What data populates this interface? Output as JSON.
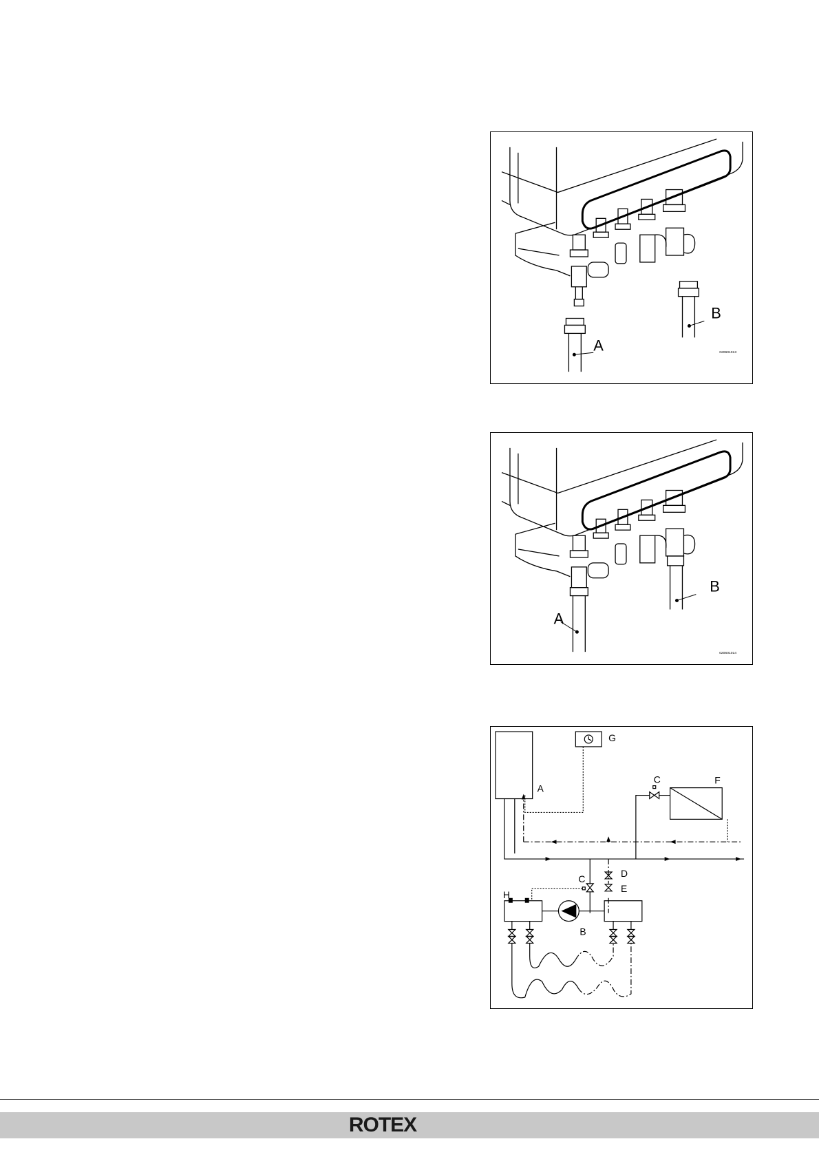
{
  "figure1": {
    "labels": {
      "a": "A",
      "b": "B"
    },
    "code": "020601013"
  },
  "figure2": {
    "labels": {
      "a": "A",
      "b": "B"
    },
    "code": "020601014"
  },
  "figure3": {
    "labels": {
      "a": "A",
      "b": "B",
      "c1": "C",
      "c2": "C",
      "d": "D",
      "e": "E",
      "f": "F",
      "g": "G",
      "h": "H"
    }
  },
  "footer": {
    "logo": "ROTEX"
  }
}
